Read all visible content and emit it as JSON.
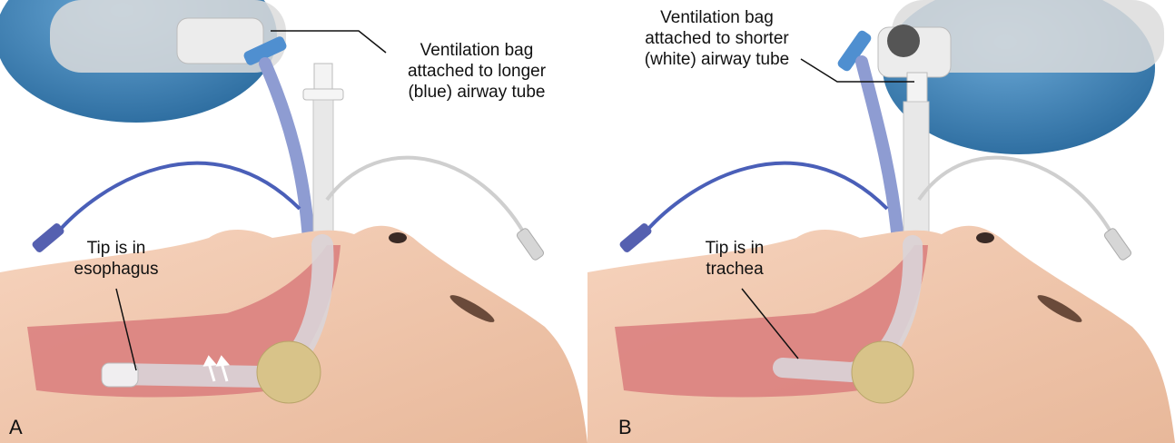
{
  "panels": [
    {
      "letter": "A",
      "callout": {
        "lines": [
          "Ventilation bag",
          "attached to longer",
          "(blue) airway tube"
        ]
      },
      "tip_label": {
        "lines": [
          "Tip is in",
          "esophagus"
        ]
      }
    },
    {
      "letter": "B",
      "callout": {
        "lines": [
          "Ventilation bag",
          "attached to shorter",
          "(white) airway tube"
        ]
      },
      "tip_label": {
        "lines": [
          "Tip is in",
          "trachea"
        ]
      }
    }
  ],
  "colors": {
    "bag_blue": "#3c84b8",
    "blue_tube": "#8e9cd2",
    "blue_cable": "#4a5fb8",
    "skin": "#f1c7ad",
    "airway_interior": "#d97c7c",
    "balloon_tan": "#d8c389"
  }
}
